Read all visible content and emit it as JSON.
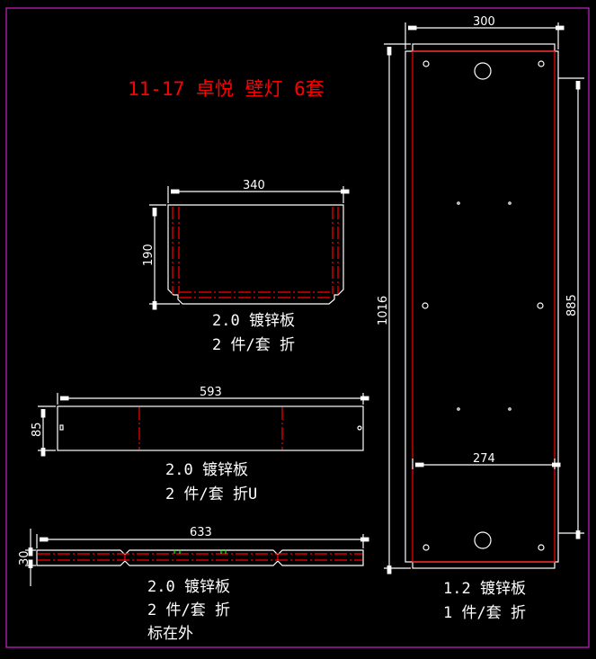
{
  "title": "11-17 卓悦 壁灯 6套",
  "colors": {
    "background": "#000000",
    "outline": "#ffffff",
    "bend_line": "#ff0000",
    "frame": "#cc22cc",
    "marker": "#00ff00"
  },
  "parts": [
    {
      "id": "end-cap",
      "dims": {
        "width": "340",
        "height": "190"
      },
      "label_line1": "2.0 镀锌板",
      "label_line2": "2 件/套 折"
    },
    {
      "id": "u-channel",
      "dims": {
        "width": "593",
        "height": "85"
      },
      "label_line1": "2.0 镀锌板",
      "label_line2": "2 件/套 折U"
    },
    {
      "id": "strip",
      "dims": {
        "width": "633",
        "height": "30"
      },
      "label_line1": "2.0 镀锌板",
      "label_line2": "2 件/套 折",
      "label_line3": "标在外"
    },
    {
      "id": "back-plate",
      "dims": {
        "width": "300",
        "height": "1016",
        "inner_width": "274",
        "inner_height": "885"
      },
      "label_line1": "1.2 镀锌板",
      "label_line2": "1 件/套 折"
    }
  ]
}
